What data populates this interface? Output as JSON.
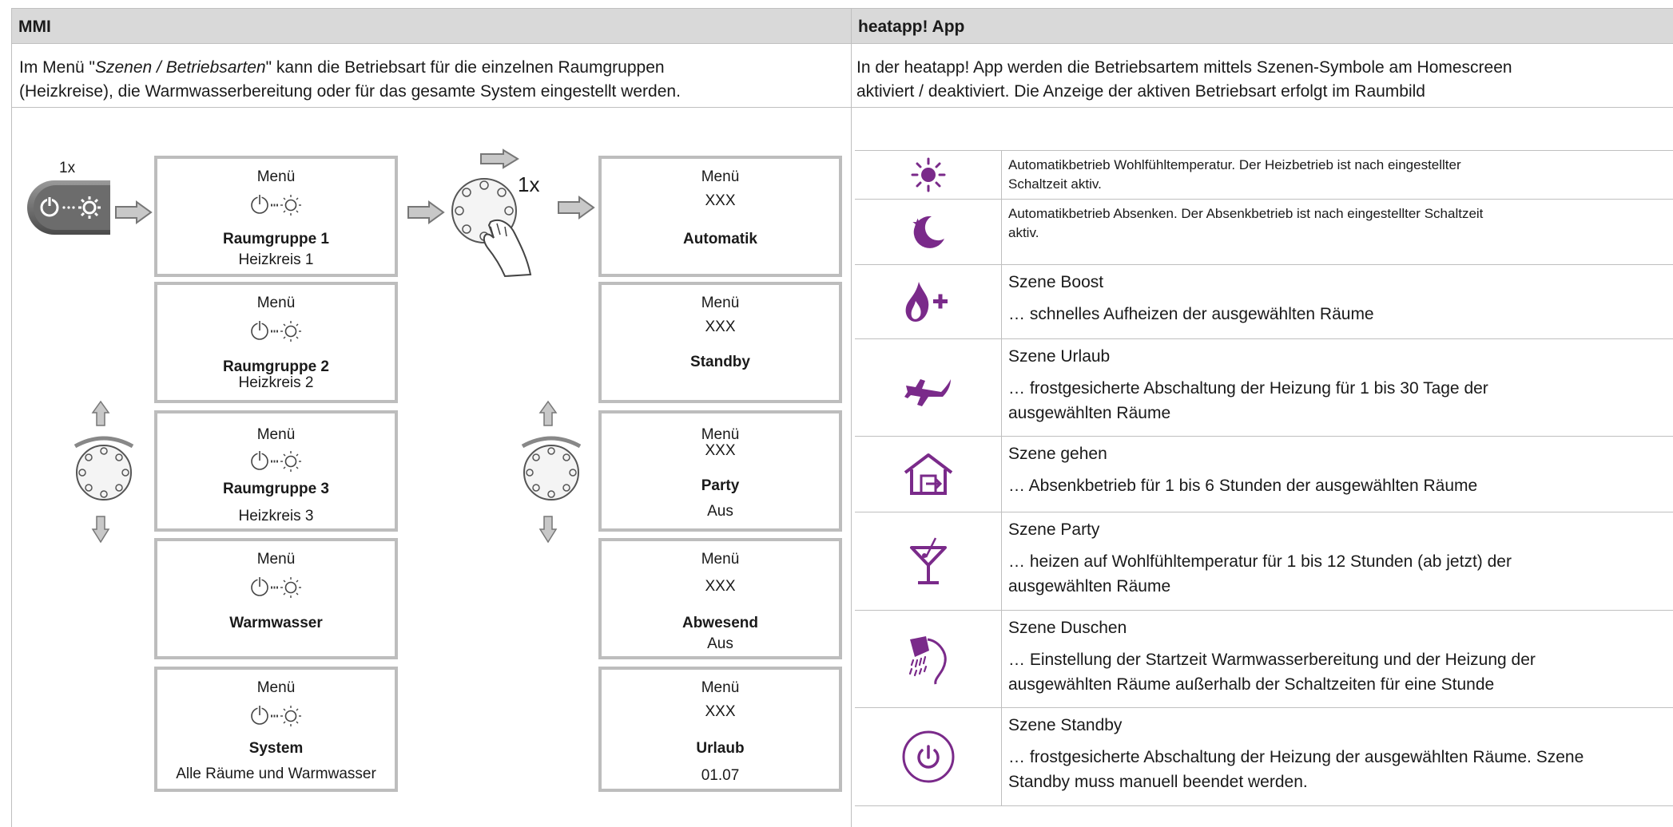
{
  "header": {
    "left_title": "MMI",
    "right_title": "heatapp! App"
  },
  "intro": {
    "left_pre": "Im Menü \"",
    "left_italic": "Szenen / Betriebsarten",
    "left_post": "\" kann die Betriebsart für die einzelnen Raumgruppen",
    "left_line2": "(Heizkreise), die Warmwasserbereitung oder für das gesamte System eingestellt werden.",
    "right_line1": "In der heatapp! App werden die Betriebsartem mittels Szenen-Symbole am Homescreen",
    "right_line2": "aktiviert / deaktiviert. Die Anzeige der aktiven Betriebsart erfolgt im Raumbild"
  },
  "mmi": {
    "press_count": "1x",
    "turn_count": "1x",
    "left_boxes": [
      {
        "menu": "Menü",
        "title": "Raumgruppe 1",
        "sub": "Heizkreis 1"
      },
      {
        "menu": "Menü",
        "title": "Raumgruppe 2",
        "sub": "Heizkreis 2"
      },
      {
        "menu": "Menü",
        "title": "Raumgruppe 3",
        "sub": "Heizkreis 3"
      },
      {
        "menu": "Menü",
        "title": "Warmwasser",
        "sub": ""
      },
      {
        "menu": "Menü",
        "title": "System",
        "sub": "Alle Räume und Warmwasser"
      }
    ],
    "right_boxes": [
      {
        "menu": "Menü",
        "code": "XXX",
        "title": "Automatik",
        "sub": ""
      },
      {
        "menu": "Menü",
        "code": "XXX",
        "title": "Standby",
        "sub": ""
      },
      {
        "menu": "Menü",
        "code": "XXX",
        "title": "Party",
        "sub": "Aus"
      },
      {
        "menu": "Menü",
        "code": "XXX",
        "title": "Abwesend",
        "sub": "Aus"
      },
      {
        "menu": "Menü",
        "code": "XXX",
        "title": "Urlaub",
        "sub": "01.07"
      }
    ]
  },
  "scenes": [
    {
      "icon": "sun-icon",
      "line1": "Automatikbetrieb Wohlfühltemperatur. Der Heizbetrieb ist nach eingestellter",
      "line2": "Schaltzeit aktiv."
    },
    {
      "icon": "moon-star-icon",
      "line1": "Automatikbetrieb Absenken. Der Absenkbetrieb ist nach eingestellter Schaltzeit",
      "line2": "aktiv."
    },
    {
      "icon": "flame-plus-icon",
      "title": "Szene Boost",
      "desc1": "… schnelles Aufheizen der ausgewählten Räume",
      "desc2": ""
    },
    {
      "icon": "airplane-icon",
      "title": "Szene Urlaub",
      "desc1": "… frostgesicherte Abschaltung der Heizung für 1 bis 30 Tage der",
      "desc2": "ausgewählten Räume"
    },
    {
      "icon": "house-exit-icon",
      "title": "Szene gehen",
      "desc1": "… Absenkbetrieb für 1 bis 6 Stunden der ausgewählten Räume",
      "desc2": ""
    },
    {
      "icon": "cocktail-icon",
      "title": "Szene Party",
      "desc1": "… heizen auf Wohlfühltemperatur für 1 bis 12 Stunden (ab jetzt) der",
      "desc2": "ausgewählten Räume"
    },
    {
      "icon": "shower-icon",
      "title": "Szene Duschen",
      "desc1": "… Einstellung der Startzeit Warmwasserbereitung und der Heizung der",
      "desc2": "ausgewählten Räume außerhalb der Schaltzeiten für eine Stunde"
    },
    {
      "icon": "power-icon",
      "title": "Szene Standby",
      "desc1": "… frostgesicherte Abschaltung der Heizung der ausgewählten Räume. Szene",
      "desc2": "Standby muss manuell beendet werden."
    }
  ],
  "colors": {
    "accent_purple": "#7a2a8a",
    "header_bg": "#d9d9d9",
    "box_border": "#bdbdbd"
  }
}
